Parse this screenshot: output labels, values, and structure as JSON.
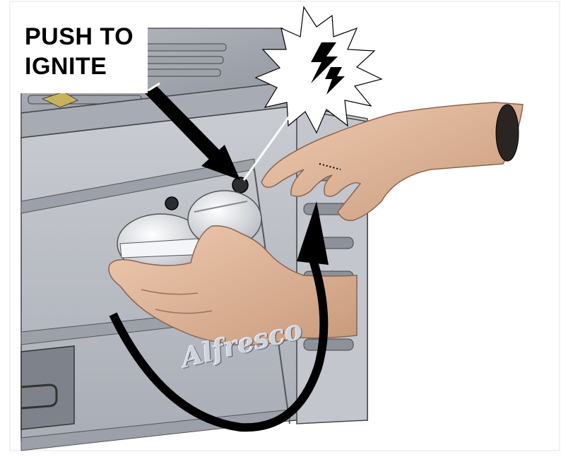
{
  "instruction": {
    "line1": "PUSH TO",
    "line2": "IGNITE"
  },
  "brand_logo": "Alfresco",
  "colors": {
    "grill_body": "#b9bdc4",
    "grill_dark": "#7d828b",
    "panel_shadow": "#8c9098",
    "skin": "#e2b898",
    "skin_shadow": "#b98a6d",
    "arrow": "#000000",
    "knob": "#eceef2"
  },
  "icons": [
    "spark-burst-icon",
    "lightning-bolt-icon",
    "push-arrow-icon",
    "rotate-arrow-icon"
  ]
}
